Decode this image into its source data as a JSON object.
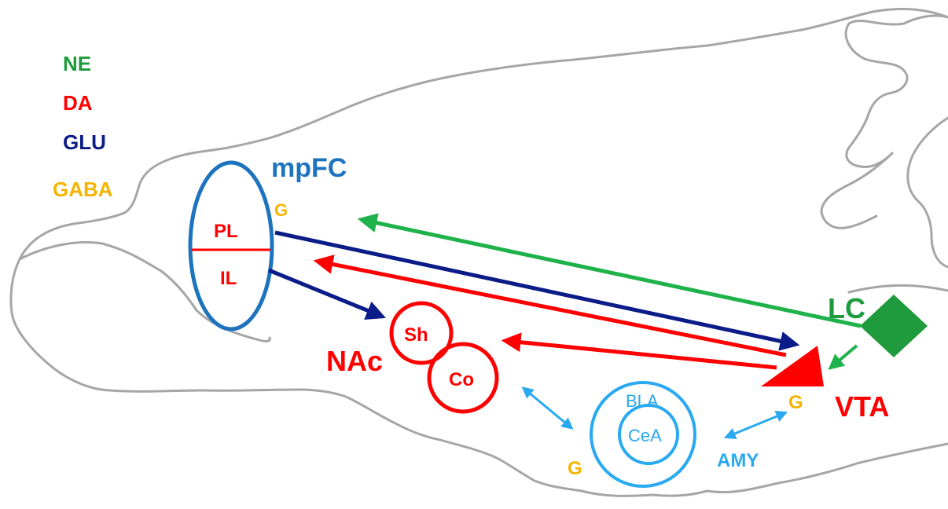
{
  "legend": {
    "ne": "NE",
    "da": "DA",
    "glu": "GLU",
    "gaba": "GABA"
  },
  "regions": {
    "mpfc": "mpFC",
    "pl": "PL",
    "il": "IL",
    "nac": "NAc",
    "sh": "Sh",
    "co": "Co",
    "lc": "LC",
    "vta": "VTA",
    "bla": "BLA",
    "cea": "CeA",
    "amy": "AMY"
  },
  "gaba_markers": {
    "mpfc": "G",
    "vta": "G",
    "amy": "G"
  },
  "colors": {
    "ne": "#1f9a3c",
    "da": "#ff0000",
    "glu": "#0b1b87",
    "gaba": "#f5b400",
    "mpfc": "#1e73be",
    "amy": "#29a9f0",
    "outline": "#a6a6a6"
  }
}
